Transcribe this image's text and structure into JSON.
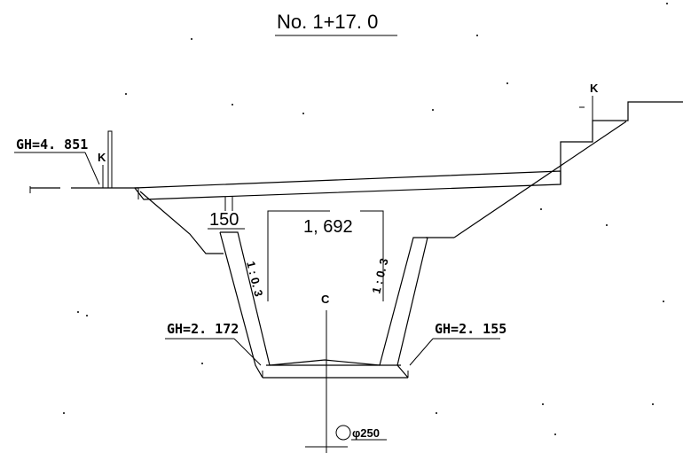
{
  "title": "No. 1+17. 0",
  "labels": {
    "gh_left_top": "GH=4. 851",
    "gh_left_bottom": "GH=2. 172",
    "gh_right_bottom": "GH=2. 155",
    "k_left": "K",
    "k_right": "K",
    "centerline": "C",
    "slope_left": "1 : 0. 3",
    "slope_right": "1 : 0. 3"
  },
  "dimensions": {
    "offset": "150",
    "bottom_width": "1, 692"
  },
  "pipe": {
    "label": "φ250"
  }
}
